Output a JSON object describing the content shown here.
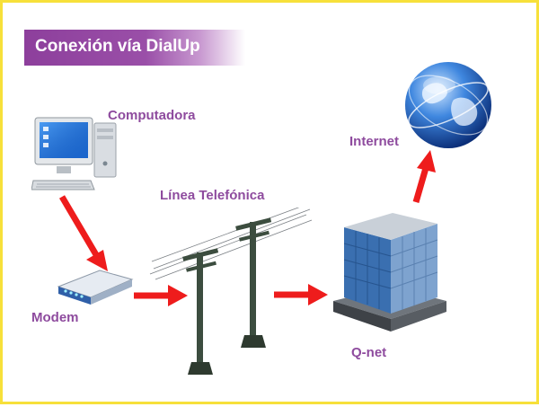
{
  "title": "Conexión vía DialUp",
  "nodes": {
    "computer": {
      "label": "Computadora"
    },
    "modem": {
      "label": "Modem"
    },
    "phone_line": {
      "label": "Línea Telefónica"
    },
    "isp": {
      "label": "Q-net"
    },
    "internet": {
      "label": "Internet"
    }
  },
  "colors": {
    "frame_border": "#f7e03a",
    "title_bg": "#8d3f9c",
    "label_text": "#8e4b9e",
    "arrow": "#ee1c1c"
  },
  "icons": [
    "computer-icon",
    "modem-icon",
    "telephone-pole-icon",
    "office-building-icon",
    "globe-icon"
  ]
}
